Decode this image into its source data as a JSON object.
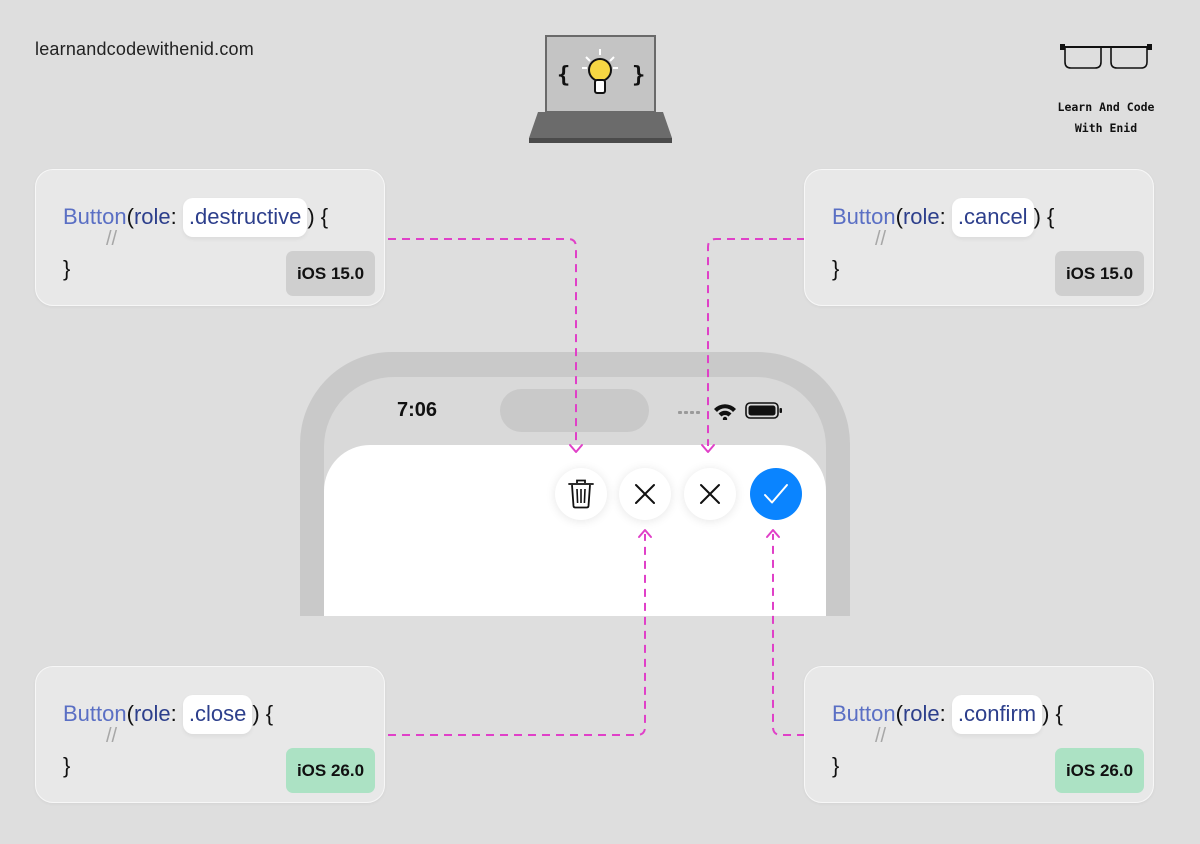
{
  "site_url": "learnandcodewithenid.com",
  "brand": {
    "line1": "Learn And Code",
    "line2": "With Enid"
  },
  "laptop": {
    "left_brace": "{",
    "right_brace": "}"
  },
  "colors": {
    "connector": "#e040c8",
    "type": "#5a6fc4",
    "arg": "#2d3f8c",
    "badge_old": "#cfcfcf",
    "badge_new": "#ace2c4",
    "confirm": "#0a84ff",
    "bulb": "#f6d743"
  },
  "cards": [
    {
      "id": "destructive",
      "type_name": "Button",
      "open_paren": "(",
      "arg_label": "role",
      "colon": ": ",
      "role_value": ".destructive",
      "close_suffix": ") {",
      "comment": "//",
      "closing_brace": "}",
      "badge": "iOS 15.0",
      "badge_kind": "old"
    },
    {
      "id": "cancel",
      "type_name": "Button",
      "open_paren": "(",
      "arg_label": "role",
      "colon": ": ",
      "role_value": ".cancel",
      "close_suffix": ") {",
      "comment": "//",
      "closing_brace": "}",
      "badge": "iOS 15.0",
      "badge_kind": "old"
    },
    {
      "id": "close",
      "type_name": "Button",
      "open_paren": "(",
      "arg_label": "role",
      "colon": ": ",
      "role_value": ".close",
      "close_suffix": ") {",
      "comment": "//",
      "closing_brace": "}",
      "badge": "iOS 26.0",
      "badge_kind": "new"
    },
    {
      "id": "confirm",
      "type_name": "Button",
      "open_paren": "(",
      "arg_label": "role",
      "colon": ": ",
      "role_value": ".confirm",
      "close_suffix": ") {",
      "comment": "//",
      "closing_brace": "}",
      "badge": "iOS 26.0",
      "badge_kind": "new"
    }
  ],
  "phone": {
    "time": "7:06",
    "status_icons": [
      "signal-dots-icon",
      "wifi-icon",
      "battery-icon"
    ]
  },
  "toolbar_buttons": [
    {
      "id": "destructive",
      "icon": "trash-icon"
    },
    {
      "id": "close",
      "icon": "xmark-icon"
    },
    {
      "id": "cancel",
      "icon": "xmark-icon"
    },
    {
      "id": "confirm",
      "icon": "checkmark-icon"
    }
  ]
}
